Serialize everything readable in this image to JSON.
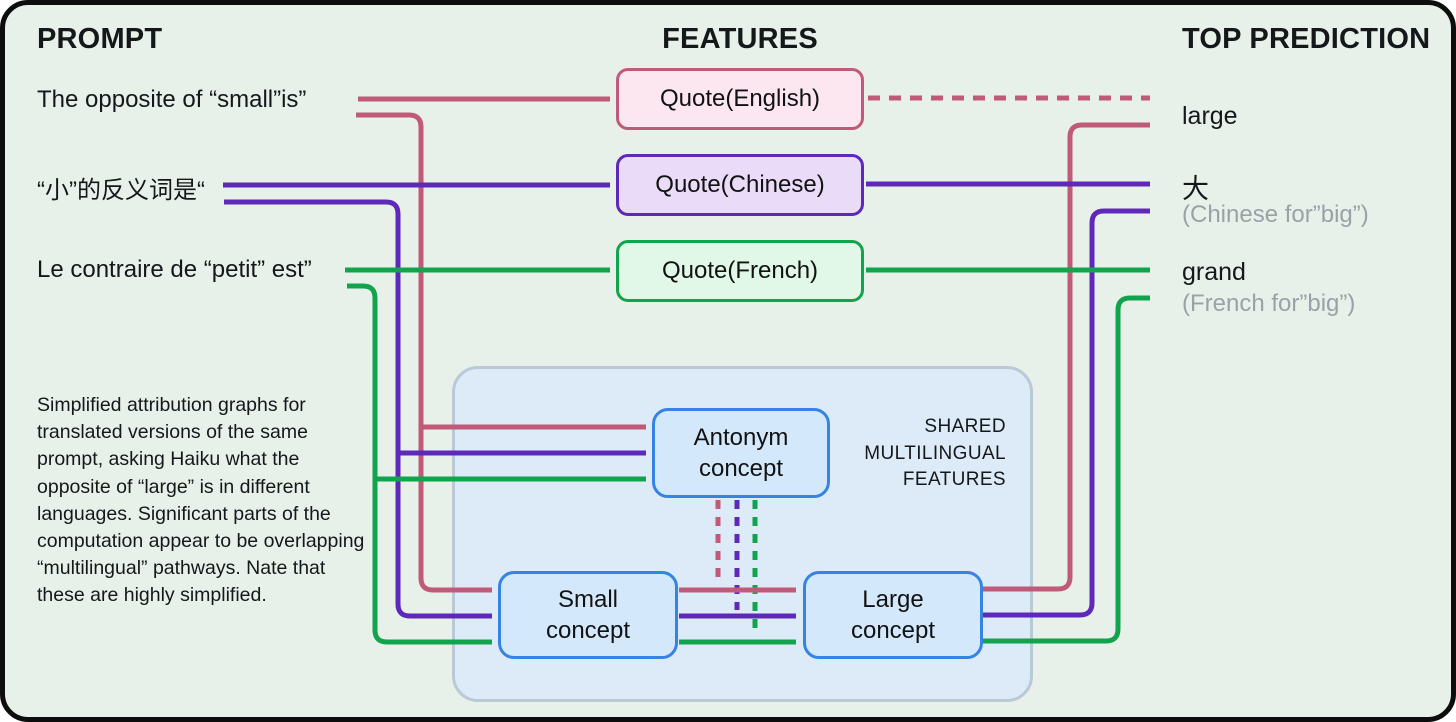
{
  "colors": {
    "bg": "#e8f0ea",
    "frame-border": "#0d0d0d",
    "pink": "#c05a79",
    "purple": "#5e28b8",
    "green": "#12a44d",
    "pink-fill": "#fce7f0",
    "purple-fill": "#eadcf9",
    "green-fill": "#e1f7e8",
    "blue-border": "#3584e4",
    "blue-fill": "#d4e8fb",
    "shared-fill": "#dcebf7",
    "shared-border": "#b9c9d6",
    "text": "#15181a",
    "muted": "#9aa2a8"
  },
  "headers": {
    "prompt": "PROMPT",
    "features": "FEATURES",
    "prediction": "TOP PREDICTION"
  },
  "prompts": {
    "english": "The opposite of “small”is”",
    "chinese": "“小”的反义词是“",
    "french": "Le contraire de “petit” est”"
  },
  "features": {
    "english": "Quote(English)",
    "chinese": "Quote(Chinese)",
    "french": "Quote(French)"
  },
  "predictions": {
    "english": {
      "word": "large"
    },
    "chinese": {
      "word": "大",
      "note": "(Chinese for”big”)"
    },
    "french": {
      "word": "grand",
      "note": "(French for”big”)"
    }
  },
  "shared": {
    "label_lines": [
      "SHARED",
      "MULTILINGUAL",
      "FEATURES"
    ],
    "antonym": "Antonym concept",
    "small": "Small concept",
    "large": "Large concept"
  },
  "caption": "Simplified attribution graphs for translated versions of the same prompt, asking Haiku what the opposite of “large” is in different languages. Significant parts of the computation appear to be overlapping “multilingual” pathways. Nate that these are highly simplified."
}
